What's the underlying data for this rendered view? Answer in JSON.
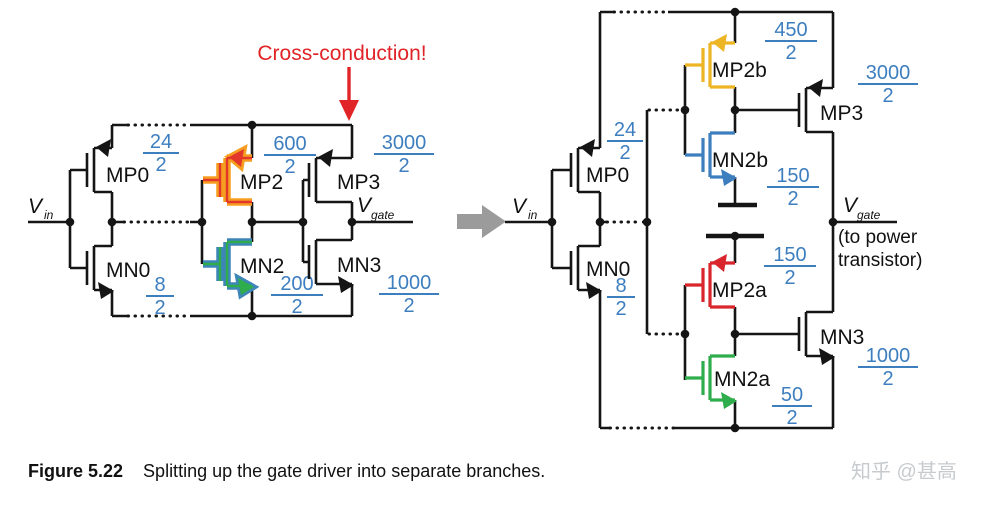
{
  "figure": {
    "label": "Figure 5.22",
    "caption": "Splitting up the gate driver into separate branches."
  },
  "watermark": "知乎 @甚高",
  "annotations": {
    "cross_conduction": "Cross-conduction!",
    "output_note_line1": "(to power",
    "output_note_line2": "transistor)"
  },
  "colors": {
    "wire": "#151515",
    "ratio_blue": "#3D7EBF",
    "alert_red": "#E02427",
    "arrow_gray": "#9B9B9B",
    "watermark_gray": "#C7CBCE",
    "mp2_outer_orange": "#F59E1F",
    "mp2_inner_red": "#E2372A",
    "mn2_outer_teal": "#3E85B8",
    "mn2_inner_green": "#2FAD4D",
    "mp2b_yellow": "#EDB424",
    "mn2b_blue": "#3D7EBF",
    "mp2a_red": "#D8262C",
    "mn2a_green": "#2FAD4D"
  },
  "left_circuit": {
    "input": {
      "base": "V",
      "sub": "in"
    },
    "output": {
      "base": "V",
      "sub": "gate"
    },
    "transistors": {
      "mp0": {
        "name": "MP0",
        "ratio_num": "24",
        "ratio_den": "2"
      },
      "mn0": {
        "name": "MN0",
        "ratio_num": "8",
        "ratio_den": "2"
      },
      "mp2": {
        "name": "MP2",
        "ratio_num": "600",
        "ratio_den": "2"
      },
      "mn2": {
        "name": "MN2",
        "ratio_num": "200",
        "ratio_den": "2"
      },
      "mp3": {
        "name": "MP3",
        "ratio_num": "3000",
        "ratio_den": "2"
      },
      "mn3": {
        "name": "MN3",
        "ratio_num": "1000",
        "ratio_den": "2"
      }
    }
  },
  "right_circuit": {
    "input": {
      "base": "V",
      "sub": "in"
    },
    "output": {
      "base": "V",
      "sub": "gate"
    },
    "transistors": {
      "mp0": {
        "name": "MP0",
        "ratio_num": "24",
        "ratio_den": "2"
      },
      "mn0": {
        "name": "MN0",
        "ratio_num": "8",
        "ratio_den": "2"
      },
      "mp2b": {
        "name": "MP2b",
        "ratio_num": "450",
        "ratio_den": "2"
      },
      "mn2b": {
        "name": "MN2b",
        "ratio_num": "150",
        "ratio_den": "2"
      },
      "mp2a": {
        "name": "MP2a",
        "ratio_num": "150",
        "ratio_den": "2"
      },
      "mn2a": {
        "name": "MN2a",
        "ratio_num": "50",
        "ratio_den": "2"
      },
      "mp3": {
        "name": "MP3",
        "ratio_num": "3000",
        "ratio_den": "2"
      },
      "mn3": {
        "name": "MN3",
        "ratio_num": "1000",
        "ratio_den": "2"
      }
    }
  }
}
